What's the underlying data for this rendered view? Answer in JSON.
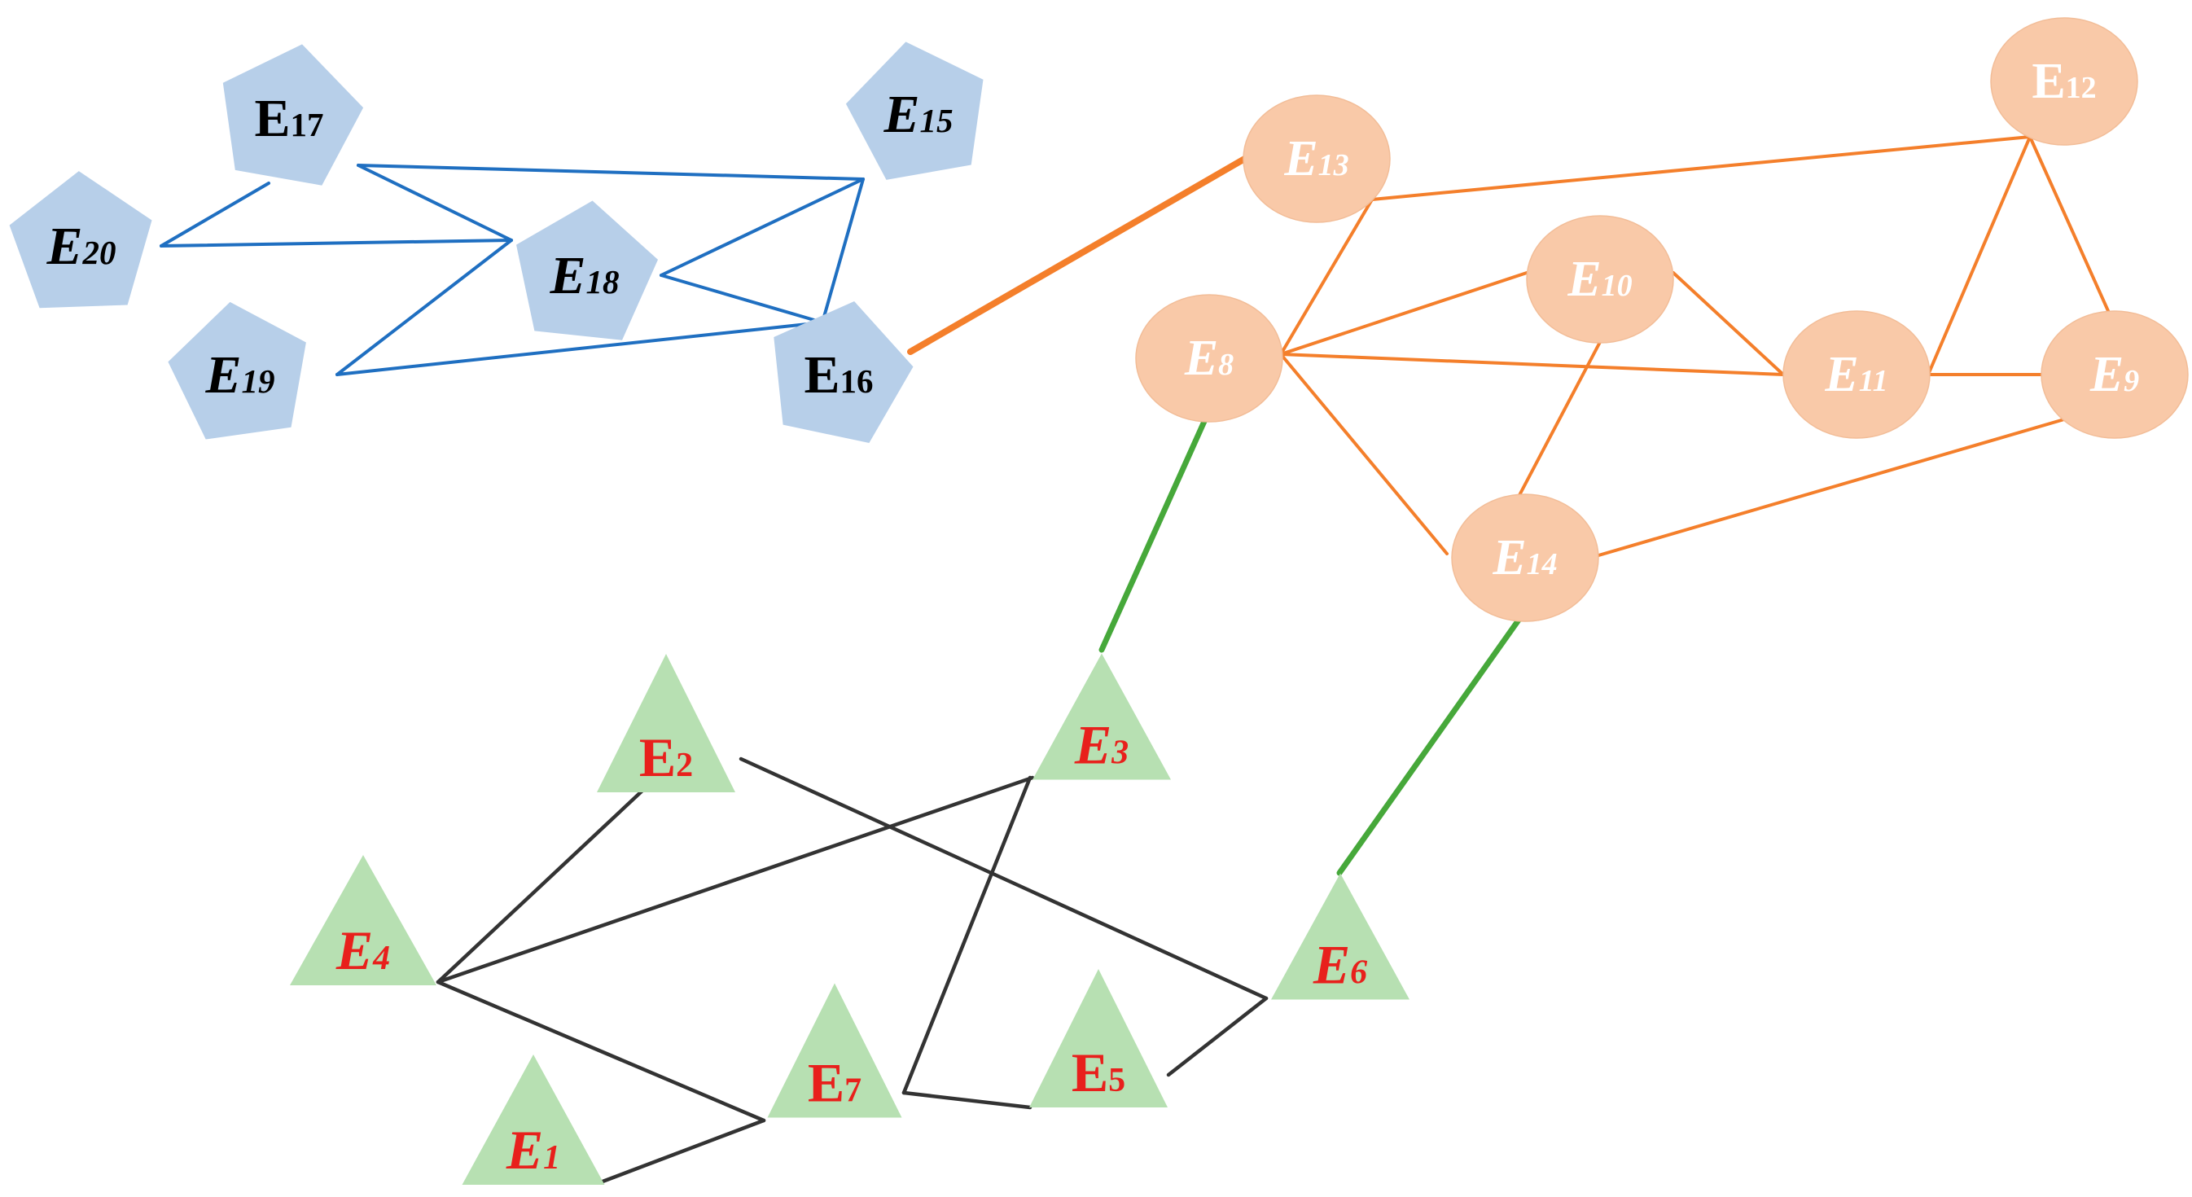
{
  "colors": {
    "pentagon_fill": "#b7cfe9",
    "pentagon_text": "#000000",
    "blue_edge": "#1f6fc1",
    "ellipse_fill": "#f9c9a8",
    "ellipse_text": "#ffffff",
    "orange_edge": "#f47f2b",
    "triangle_fill": "#b7e0b2",
    "triangle_text": "#e8201c",
    "black_edge": "#333333",
    "green_edge": "#46a83a"
  },
  "nodes": [
    {
      "id": "E17",
      "letter": "E",
      "sub": "17",
      "shape": "pentagon",
      "italic": false
    },
    {
      "id": "E15",
      "letter": "E",
      "sub": "15",
      "shape": "pentagon",
      "italic": true
    },
    {
      "id": "E20",
      "letter": "E",
      "sub": "20",
      "shape": "pentagon",
      "italic": true
    },
    {
      "id": "E18",
      "letter": "E",
      "sub": "18",
      "shape": "pentagon",
      "italic": true
    },
    {
      "id": "E19",
      "letter": "E",
      "sub": "19",
      "shape": "pentagon",
      "italic": true
    },
    {
      "id": "E16",
      "letter": "E",
      "sub": "16",
      "shape": "pentagon",
      "italic": false
    },
    {
      "id": "E13",
      "letter": "E",
      "sub": "13",
      "shape": "ellipse",
      "italic": true
    },
    {
      "id": "E12",
      "letter": "E",
      "sub": "12",
      "shape": "ellipse",
      "italic": false
    },
    {
      "id": "E10",
      "letter": "E",
      "sub": "10",
      "shape": "ellipse",
      "italic": true
    },
    {
      "id": "E8",
      "letter": "E",
      "sub": "8",
      "shape": "ellipse",
      "italic": true
    },
    {
      "id": "E11",
      "letter": "E",
      "sub": "11",
      "shape": "ellipse",
      "italic": true
    },
    {
      "id": "E9",
      "letter": "E",
      "sub": "9",
      "shape": "ellipse",
      "italic": true
    },
    {
      "id": "E14",
      "letter": "E",
      "sub": "14",
      "shape": "ellipse",
      "italic": true
    },
    {
      "id": "E2",
      "letter": "E",
      "sub": "2",
      "shape": "triangle",
      "italic": false
    },
    {
      "id": "E3",
      "letter": "E",
      "sub": "3",
      "shape": "triangle",
      "italic": true
    },
    {
      "id": "E4",
      "letter": "E",
      "sub": "4",
      "shape": "triangle",
      "italic": true
    },
    {
      "id": "E6",
      "letter": "E",
      "sub": "6",
      "shape": "triangle",
      "italic": true
    },
    {
      "id": "E7",
      "letter": "E",
      "sub": "7",
      "shape": "triangle",
      "italic": false
    },
    {
      "id": "E5",
      "letter": "E",
      "sub": "5",
      "shape": "triangle",
      "italic": false
    },
    {
      "id": "E1",
      "letter": "E",
      "sub": "1",
      "shape": "triangle",
      "italic": true
    }
  ],
  "edges": [
    {
      "from": "E17",
      "to": "E20",
      "kind": "blue"
    },
    {
      "from": "E17",
      "to": "E18",
      "kind": "blue"
    },
    {
      "from": "E17",
      "to": "E15",
      "kind": "blue"
    },
    {
      "from": "E20",
      "to": "E18",
      "kind": "blue"
    },
    {
      "from": "E19",
      "to": "E18",
      "kind": "blue"
    },
    {
      "from": "E19",
      "to": "E16",
      "kind": "blue"
    },
    {
      "from": "E18",
      "to": "E15",
      "kind": "blue"
    },
    {
      "from": "E18",
      "to": "E16",
      "kind": "blue"
    },
    {
      "from": "E15",
      "to": "E16",
      "kind": "blue"
    },
    {
      "from": "E16",
      "to": "E13",
      "kind": "orange-bridge"
    },
    {
      "from": "E13",
      "to": "E12",
      "kind": "orange"
    },
    {
      "from": "E13",
      "to": "E8",
      "kind": "orange"
    },
    {
      "from": "E8",
      "to": "E10",
      "kind": "orange"
    },
    {
      "from": "E8",
      "to": "E11",
      "kind": "orange"
    },
    {
      "from": "E8",
      "to": "E14",
      "kind": "orange"
    },
    {
      "from": "E10",
      "to": "E11",
      "kind": "orange"
    },
    {
      "from": "E10",
      "to": "E14",
      "kind": "orange"
    },
    {
      "from": "E11",
      "to": "E9",
      "kind": "orange"
    },
    {
      "from": "E11",
      "to": "E12",
      "kind": "orange"
    },
    {
      "from": "E12",
      "to": "E9",
      "kind": "orange"
    },
    {
      "from": "E9",
      "to": "E14",
      "kind": "orange"
    },
    {
      "from": "E8",
      "to": "E3",
      "kind": "green"
    },
    {
      "from": "E14",
      "to": "E6",
      "kind": "green"
    },
    {
      "from": "E2",
      "to": "E4",
      "kind": "black"
    },
    {
      "from": "E2",
      "to": "E6",
      "kind": "black"
    },
    {
      "from": "E3",
      "to": "E4",
      "kind": "black"
    },
    {
      "from": "E3",
      "to": "E7",
      "kind": "black"
    },
    {
      "from": "E4",
      "to": "E7",
      "kind": "black"
    },
    {
      "from": "E7",
      "to": "E1",
      "kind": "black"
    },
    {
      "from": "E7",
      "to": "E5",
      "kind": "black"
    },
    {
      "from": "E5",
      "to": "E6",
      "kind": "black"
    }
  ]
}
